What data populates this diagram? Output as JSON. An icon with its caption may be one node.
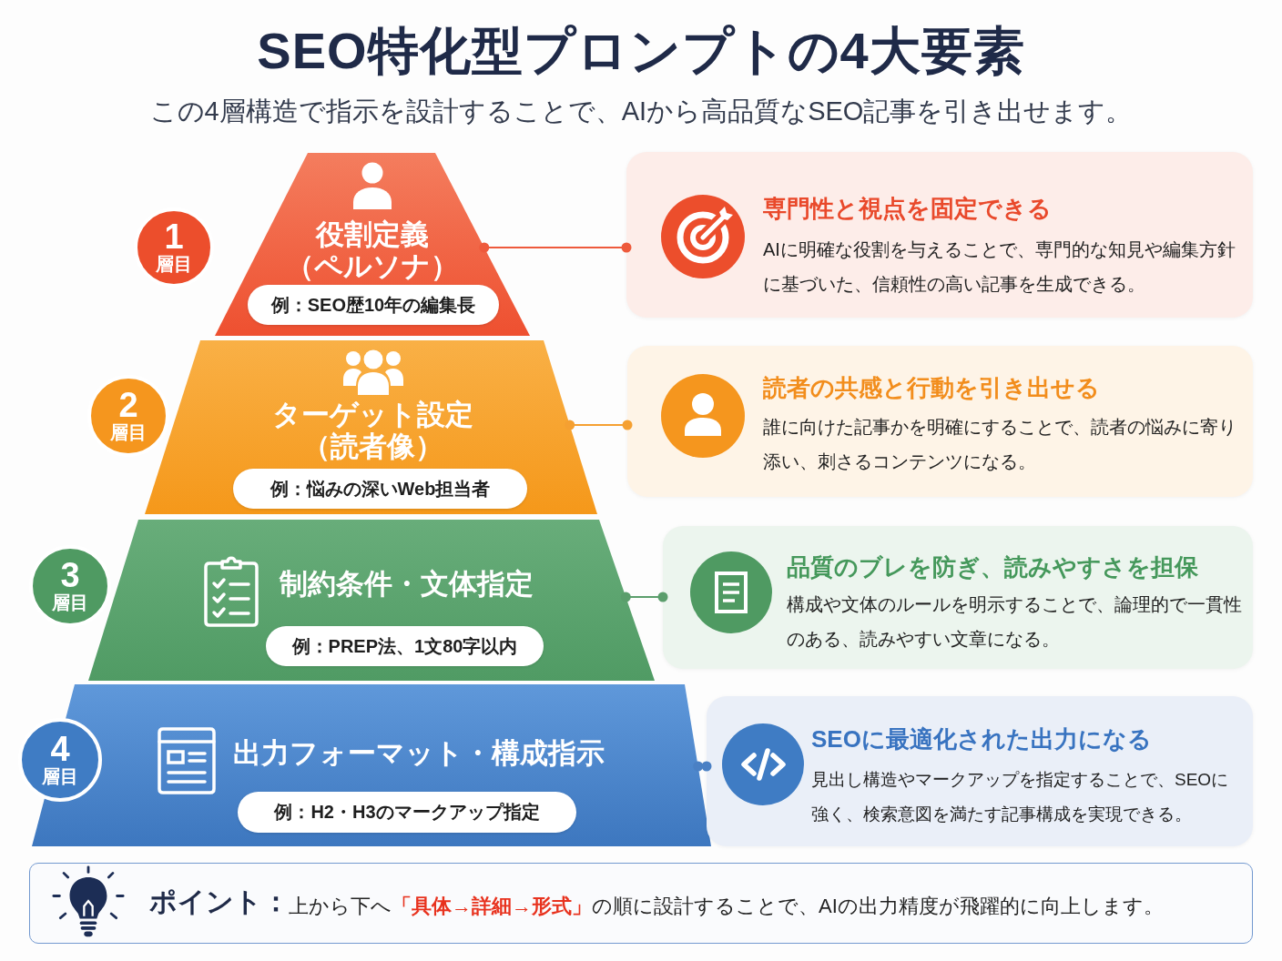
{
  "diagram": {
    "title": "SEO特化型プロンプトの4大要素",
    "nodes": [
      {
        "text": [
          "1",
          "層目"
        ]
      },
      {
        "text": [
          "役割定義（ペルソナ）"
        ]
      },
      {
        "text": [
          "例：SEO歴10年の編集長"
        ],
        "in": 1
      },
      {
        "text": [
          "専門性と視点を固定できる",
          "AIに明確な役割を与えることで、専門的な知見や編集方針に基づいた、信頼性の高い記事を生成できる。"
        ]
      },
      {
        "text": [
          "2",
          "層目"
        ]
      },
      {
        "text": [
          "ターゲット設定（読者像）"
        ]
      },
      {
        "text": [
          "例：悩みの深いWeb担当者"
        ],
        "in": 5
      },
      {
        "text": [
          "読者の共感と行動を引き出せる",
          "誰に向けた記事かを明確にすることで、読者の悩みに寄り添い、刺さるコンテンツになる。"
        ]
      },
      {
        "text": [
          "3",
          "層目"
        ]
      },
      {
        "text": [
          "制約条件・文体指定"
        ]
      },
      {
        "text": [
          "例：PREP法、1文80字以内"
        ],
        "in": 9
      },
      {
        "text": [
          "品質のブレを防ぎ、読みやすさを担保",
          "構成や文体のルールを明示することで、論理的で一貫性のある、読みやすい文章になる。"
        ]
      },
      {
        "text": [
          "4",
          "層目"
        ]
      },
      {
        "text": [
          "出力フォーマット・構成指示"
        ]
      },
      {
        "text": [
          "例：H2・H3のマークアップ指定"
        ],
        "in": 13
      },
      {
        "text": [
          "SEOに最適化された出力になる",
          "見出し構造やマークアップを指定することで、SEOに強く、検索意図を満たす記事構成を実現できる。"
        ]
      },
      {
        "text": [
          "ポイント：",
          "上から下へ**「具体→詳細→形式」**の順に設計することで、AIの出力精度が飛躍的に向上します。"
        ]
      }
    ],
    "edges": [
      {
        "from": 1,
        "to": 3,
        "arrow": "other",
        "color": "#ee5a3c"
      },
      {
        "from": 5,
        "to": 7,
        "arrow": "other",
        "color": "#f5a031"
      },
      {
        "from": 9,
        "to": 11,
        "arrow": "other",
        "color": "#5b9e6c"
      },
      {
        "from": 13,
        "to": 15,
        "arrow": "other",
        "color": "#4a80c4"
      }
    ],
    "labels": [
      "この4層構造で指示を設計することで、AIから高品質なSEO記事を引き出せます。"
    ]
  }
}
